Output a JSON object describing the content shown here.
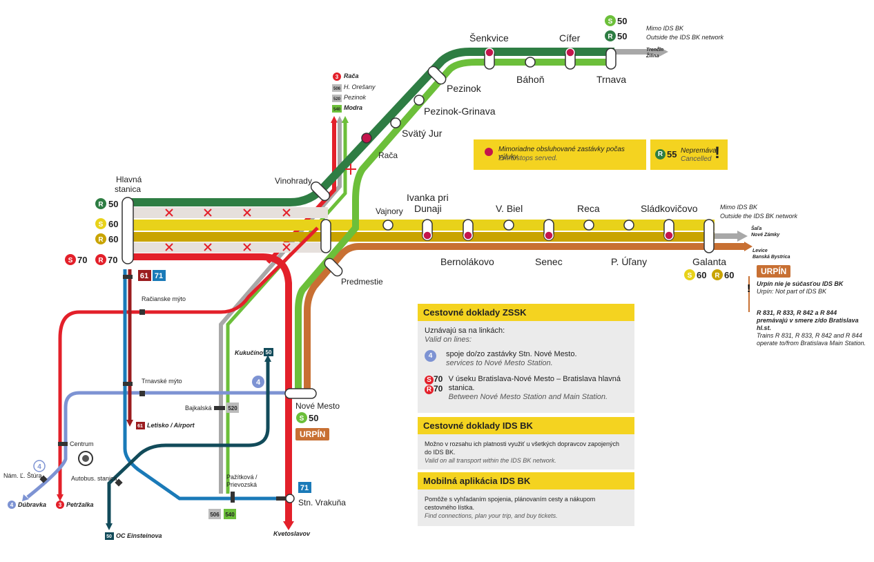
{
  "stations": {
    "senkvice": "Šenkvice",
    "cifer": "Cífer",
    "bahon": "Báhoň",
    "trnava": "Trnava",
    "pezinok": "Pezinok",
    "pezinok_grinava": "Pezinok-Grinava",
    "svaty_jur": "Svätý Jur",
    "raca": "Rača",
    "vinohrady": "Vinohrady",
    "hlavna_1": "Hlavná",
    "hlavna_2": "stanica",
    "vajnory": "Vajnory",
    "ivanka_1": "Ivanka pri",
    "ivanka_2": "Dunaji",
    "v_biel": "V. Biel",
    "reca": "Reca",
    "sladkovicovo": "Sládkovičovo",
    "bernolakovo": "Bernolákovo",
    "senec": "Senec",
    "p_ulany": "P. Úľany",
    "galanta": "Galanta",
    "predmestie": "Predmestie",
    "nove_mesto": "Nové Mesto",
    "stn_vrakuna": "Stn. Vrakuňa"
  },
  "stops": {
    "racianske_myto": "Račianske mýto",
    "trnavske_myto": "Trnavské mýto",
    "bajkalska": "Bajkalská",
    "centrum": "Centrum",
    "nam_stura": "Nám. Ľ. Štúra",
    "autobus_stanica": "Autobus. stanica",
    "pazitkova_1": "Pažítková /",
    "pazitkova_2": "Prievozská",
    "kukucinova": "Kukučínova"
  },
  "line_labels": {
    "r50": "50",
    "s60": "60",
    "r60": "60",
    "s70": "70",
    "r70": "70",
    "s50": "50",
    "r50_top": "50",
    "s50_top": "50",
    "galanta_s60": "60",
    "galanta_r60": "60",
    "b61": "61",
    "b71": "71",
    "b71_vrakuna": "71",
    "b50_kuk": "50",
    "b4": "4",
    "b520": "520",
    "b506": "506",
    "b540": "540",
    "b4_left": "4",
    "b50_bottom": "50",
    "b3": "3",
    "b61_bottom": "61",
    "leg_506": "506",
    "leg_520": "520",
    "leg_540": "540",
    "leg_3": "3",
    "r55": "55"
  },
  "letters": {
    "R": "R",
    "S": "S"
  },
  "destinations": {
    "raca_red": "Rača",
    "h_oresany": "H. Orešany",
    "pezinok_grey": "Pezinok",
    "modra": "Modra",
    "dubravka": "Dúbravka",
    "petrzalka": "Petržalka",
    "letisko": "Letisko / Airport",
    "oc_einsteinova": "OC Einsteinova",
    "kvetoslavov": "Kvetoslavov",
    "trencin_1": "Trenčín",
    "trencin_2": "Žilina",
    "sala_1": "Šaľa",
    "sala_2": "Nové Zámky",
    "levice_1": "Levice",
    "levice_2": "Banská Bystrica",
    "mimo_1_sk": "Mimo IDS BK",
    "mimo_1_en": "Outside the IDS BK network",
    "mimo_2_sk": "Mimo IDS BK",
    "mimo_2_en": "Outside the IDS BK network"
  },
  "notices": {
    "extra_sk": "Mimoriadne obsluhované zastávky počas výluky.",
    "extra_en": "Extra stops served.",
    "cancel_sk": "Nepremáva",
    "cancel_en": "Cancelled",
    "urpin": "URPÍN",
    "urpin_nm": "URPÍN",
    "urpin_sk": "Urpín nie je súčasťou IDS BK",
    "urpin_en": "Urpín: Not part of IDS BK",
    "trains_sk": "R 831, R 833, R 842 a R 844 premávajú v smere z/do Bratislava hl.st.",
    "trains_en": "Trains R 831, R 833, R 842 and R 844 operate to/from Bratislava Main Station."
  },
  "legend": {
    "zssk_title": "Cestovné doklady ZSSK",
    "zssk_intro_sk": "Uznávajú sa na linkách:",
    "zssk_intro_en": "Valid on lines:",
    "l4_sk": "spoje do/zo zastávky Stn. Nové Mesto.",
    "l4_en": "services to Nové Mesto Station.",
    "l70_sk": "V úseku Bratislava-Nové Mesto – Bratislava hlavná stanica.",
    "l70_en": "Between Nové Mesto Station and Main Station.",
    "ids_title": "Cestovné doklady IDS BK",
    "ids_sk": "Možno v rozsahu ich platnosti využiť u všetkých dopravcov zapojených do IDS BK.",
    "ids_en": "Valid on all transport within the IDS BK network.",
    "app_title": "Mobilná aplikácia IDS BK",
    "app_sk": "Pomôže s vyhľadaním spojenia, plánovaním cesty a nákupom cestovného lístka.",
    "app_en": "Find connections, plan your trip, and buy tickets."
  },
  "colors": {
    "dark_green": "#2e7d43",
    "light_green": "#6cbf3a",
    "yellow": "#e8d21a",
    "dark_yellow": "#c9a400",
    "red": "#e3202a",
    "brown": "#c87033",
    "blue": "#1a7ab8",
    "light_blue": "#7d93d3",
    "petrol": "#124b5a",
    "grey": "#a8a8a8",
    "dark_red": "#9b1c1f",
    "accent_yellow": "#f4d320",
    "extra_stop": "#c4154c"
  }
}
